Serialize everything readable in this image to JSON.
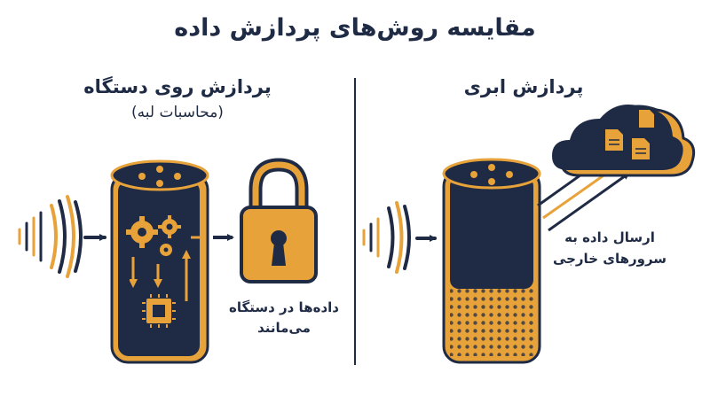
{
  "title": "مقایسه روش‌های پردازش داده",
  "left_panel": {
    "title": "پردازش روی دستگاه",
    "subtitle": "(محاسبات لبه)",
    "caption_line1": "داده‌ها در دستگاه",
    "caption_line2": "می‌مانند"
  },
  "right_panel": {
    "title": "پردازش ابری",
    "caption_line1": "ارسال داده به",
    "caption_line2": "سرورهای خارجی"
  },
  "colors": {
    "navy": "#1f2b45",
    "orange": "#e8a23a",
    "background": "#ffffff"
  },
  "icons": [
    "sound-wave-icon",
    "smart-speaker-icon",
    "gear-icon",
    "chip-icon",
    "padlock-icon",
    "cloud-icon",
    "document-icon",
    "arrow-icon"
  ]
}
